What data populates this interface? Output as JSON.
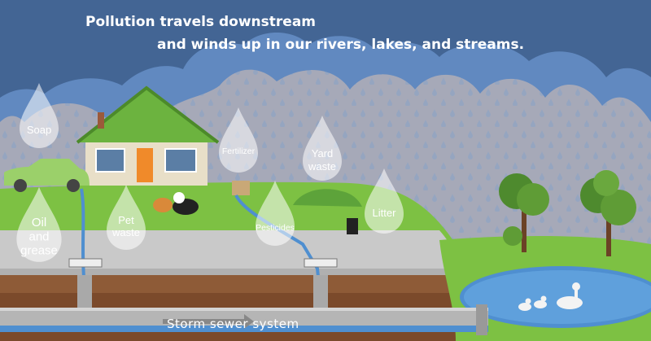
{
  "title": {
    "line1": "Pollution travels downstream",
    "line2": "and winds up in our rivers, lakes, and streams."
  },
  "drops": {
    "soap": "Soap",
    "oil_line1": "Oil",
    "oil_line2": "and",
    "oil_line3": "grease",
    "pet_line1": "Pet",
    "pet_line2": "waste",
    "fertilizer": "Fertilizer",
    "yard_line1": "Yard",
    "yard_line2": "waste",
    "pesticides": "Pesticides",
    "litter": "Litter"
  },
  "pipe": {
    "label": "Storm sewer system"
  },
  "colors": {
    "sky": "#3f6390",
    "cloud": "#6189c0",
    "rain": "#a6a9b8",
    "grass": "#7dc143",
    "road": "#c9c9c9",
    "soil": "#7b4a2b",
    "water": "#4f8fd0"
  }
}
